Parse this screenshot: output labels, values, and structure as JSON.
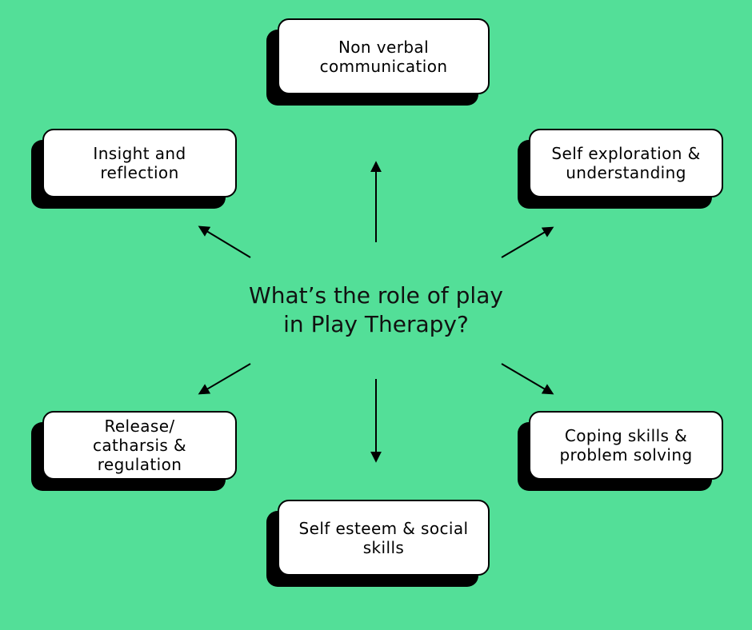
{
  "center_question": {
    "line1": "What’s the role of play",
    "line2": "in Play Therapy?"
  },
  "boxes": {
    "top": {
      "lines": [
        "Non verbal",
        "communication"
      ]
    },
    "top_left": {
      "lines": [
        "Insight and",
        "reflection"
      ]
    },
    "top_right": {
      "lines": [
        "Self exploration &",
        "understanding"
      ]
    },
    "bottom_left": {
      "lines": [
        "Release/",
        "catharsis &",
        "regulation"
      ]
    },
    "bottom_right": {
      "lines": [
        "Coping skills &",
        "problem solving"
      ]
    },
    "bottom": {
      "lines": [
        "Self esteem & social",
        "skills"
      ]
    }
  },
  "colors": {
    "background": "#53DF98",
    "card": "#ffffff",
    "shadow": "#000000"
  }
}
